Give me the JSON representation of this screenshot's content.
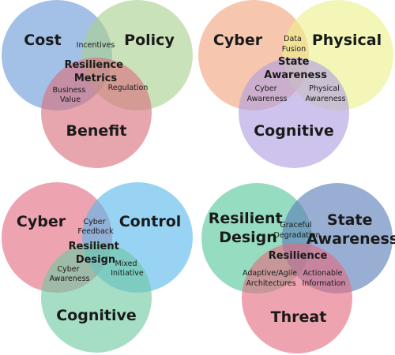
{
  "diagrams": [
    {
      "circles": {
        "a": {
          "label": "Cost",
          "color": "#6a9bd8"
        },
        "b": {
          "label": "Policy",
          "color": "#a9d18e"
        },
        "c": {
          "label": "Benefit",
          "color": "#d8707d"
        }
      },
      "overlaps": {
        "ab": "Incentives",
        "ac": [
          "Business",
          "Value"
        ],
        "bc": "Regulation"
      },
      "center": [
        "Resilience",
        "Metrics"
      ]
    },
    {
      "circles": {
        "a": {
          "label": "Cyber",
          "color": "#f0a57c"
        },
        "b": {
          "label": "Physical",
          "color": "#eef08a"
        },
        "c": {
          "label": "Cognitive",
          "color": "#b09ee0"
        }
      },
      "overlaps": {
        "ab": [
          "Data",
          "Fusion"
        ],
        "ac": [
          "Cyber",
          "Awareness"
        ],
        "bc": [
          "Physical",
          "Awareness"
        ]
      },
      "center": [
        "State",
        "Awareness"
      ]
    },
    {
      "circles": {
        "a": {
          "label": "Cyber",
          "color": "#e36a80"
        },
        "b": {
          "label": "Control",
          "color": "#58b8ec"
        },
        "c": {
          "label": "Cognitive",
          "color": "#6dc8a2"
        }
      },
      "overlaps": {
        "ab": [
          "Cyber",
          "Feedback"
        ],
        "ac": [
          "Cyber",
          "Awareness"
        ],
        "bc": [
          "Mixed",
          "Initiative"
        ]
      },
      "center": [
        "Resilient",
        "Design"
      ]
    },
    {
      "circles": {
        "a": {
          "label_lines": [
            "Resilient",
            "Design"
          ],
          "color": "#56c79a"
        },
        "b": {
          "label_lines": [
            "State",
            "Awareness"
          ],
          "color": "#5b7cb8"
        },
        "c": {
          "label": "Threat",
          "color": "#e36a80"
        }
      },
      "overlaps": {
        "ab": [
          "Graceful",
          "Degradation"
        ],
        "ac": [
          "Adaptive/Agile",
          "Architectures"
        ],
        "bc": [
          "Actionable",
          "Information"
        ]
      },
      "center": [
        "Resilience"
      ]
    }
  ]
}
